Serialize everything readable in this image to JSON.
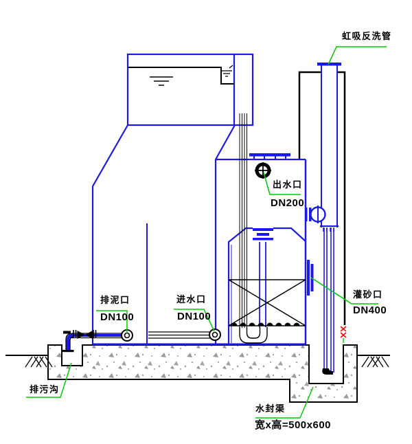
{
  "diagram": {
    "type": "engineering-section-drawing",
    "labels": {
      "siphon_backwash_pipe": "虹吸反洗管",
      "outlet_title": "出水口",
      "outlet_size": "DN200",
      "mud_drain_title": "排泥口",
      "mud_drain_size": "DN100",
      "inlet_title": "进水口",
      "inlet_size": "DN100",
      "sand_fill_title": "灌砂口",
      "sand_fill_size": "DN400",
      "sewage_ditch": "排污沟",
      "water_seal_title": "水封渠",
      "water_seal_dimension": "宽x高=500x600"
    },
    "colors": {
      "line_blue": "#1a1ae6",
      "leader_green": "#00cc00",
      "break_red": "#ff0000",
      "line_black": "#000000",
      "concrete_gray": "#9b9b9b",
      "background": "#ffffff"
    }
  }
}
